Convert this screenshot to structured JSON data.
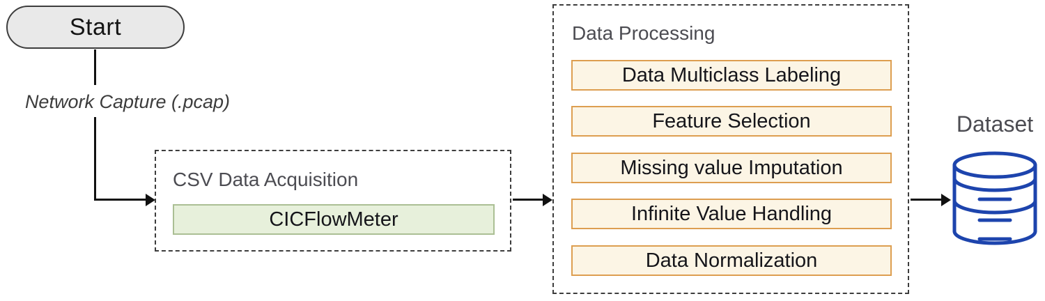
{
  "flow": {
    "start": {
      "label": "Start"
    },
    "capture_edge": {
      "label": "Network Capture (.pcap)"
    },
    "acquisition": {
      "title": "CSV Data Acquisition",
      "tool": "CICFlowMeter"
    },
    "processing": {
      "title": "Data Processing",
      "steps": [
        "Data Multiclass Labeling",
        "Feature Selection",
        "Missing value Imputation",
        "Infinite Value Handling",
        "Data Normalization"
      ]
    },
    "dataset": {
      "label": "Dataset",
      "icon": "database-cylinder-icon"
    },
    "colors": {
      "start_fill": "#e9e9e9",
      "start_border": "#3d3d3d",
      "tool_fill": "#e7f0db",
      "tool_border": "#abbf94",
      "step_fill": "#fcf5e5",
      "step_border": "#dd9e50",
      "dashed_border": "#3d3d3d",
      "arrow": "#111111",
      "cylinder_stroke": "#1d44ad",
      "title_gray": "#4c4c52"
    }
  }
}
